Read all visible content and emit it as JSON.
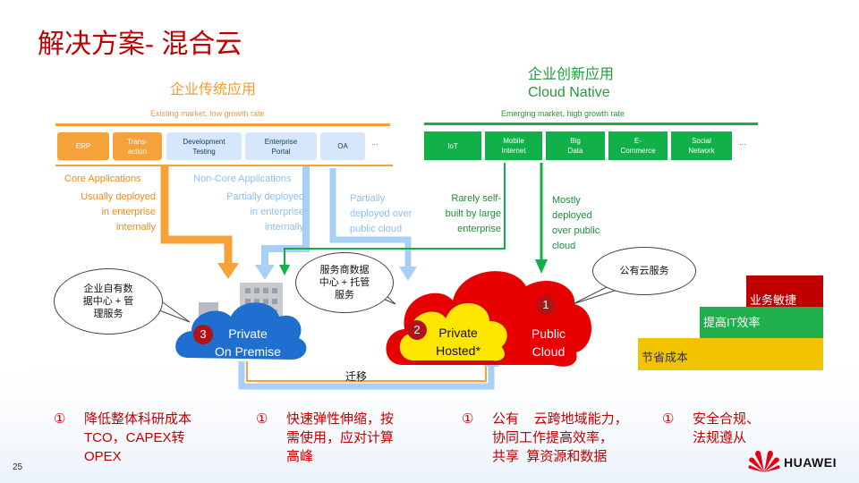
{
  "title": "解决方案- 混合云",
  "left_section": {
    "title": "企业传统应用",
    "subtitle": "Existing market, low growth rate",
    "boxes": [
      "ERP",
      "Trans-\naction",
      "Development\nTesting",
      "Enterprise\nPortal",
      "OA"
    ],
    "ellipsis": "..."
  },
  "right_section": {
    "title_line1": "企业创新应用",
    "title_line2": "Cloud Native",
    "subtitle": "Emerging market, high growth rate",
    "boxes": [
      "IoT",
      "Mobile\nInternet",
      "Big\nData",
      "E-\nCommerce",
      "Social\nNetwork"
    ],
    "ellipsis": "..."
  },
  "descriptions": {
    "core_title": "Core Applications",
    "core_text": "Usually deployed\nin enterprise\ninternally",
    "noncore_title": "Non-Core Applications",
    "noncore_text": "Partially deployed\nin enterprise\ninternally",
    "partial_public": "Partially\ndeployed over\npublic cloud",
    "rarely": "Rarely self-\nbuilt by large\nenterprise",
    "mostly": "Mostly\ndeployed\nover public\ncloud"
  },
  "bubbles": {
    "enterprise_dc": "企业自有数\n据中心 + 管\n理服务",
    "hosted_dc": "服务商数据\n中心 + 托管\n服务",
    "public_service": "公有云服务"
  },
  "clouds": {
    "on_premise": {
      "num": "3",
      "label": "Private\nOn Premise"
    },
    "hosted": {
      "num": "2",
      "label": "Private\nHosted*"
    },
    "public": {
      "num": "1",
      "label": "Public\nCloud"
    }
  },
  "migrate_label": "迁移",
  "benefits": [
    {
      "mark": "①",
      "text": "降低整体科研成本\nTCO，CAPEX转\nOPEX"
    },
    {
      "mark": "①",
      "text": "快速弹性伸缩，按\n需使用，应对计算\n高峰"
    },
    {
      "mark": "①",
      "text": "公有    云跨地域能力，\n协同工作提高效率，\n共享  算资源和数据"
    },
    {
      "mark": "①",
      "text": "安全合规、\n法规遵从"
    }
  ],
  "bars": [
    {
      "label": "业务敏捷",
      "color": "#c00000"
    },
    {
      "label": "提高IT效率",
      "color": "#20b04b"
    },
    {
      "label": "节省成本",
      "color": "#f2c400"
    }
  ],
  "page_number": "25",
  "brand": "HUAWEI",
  "colors": {
    "accent": "#c00000",
    "orange": "#f5a23a",
    "green": "#11b049",
    "light_blue": "#a9cff4",
    "blue": "#1f6fd0",
    "red": "#e60000",
    "yellow": "#ffe600"
  }
}
